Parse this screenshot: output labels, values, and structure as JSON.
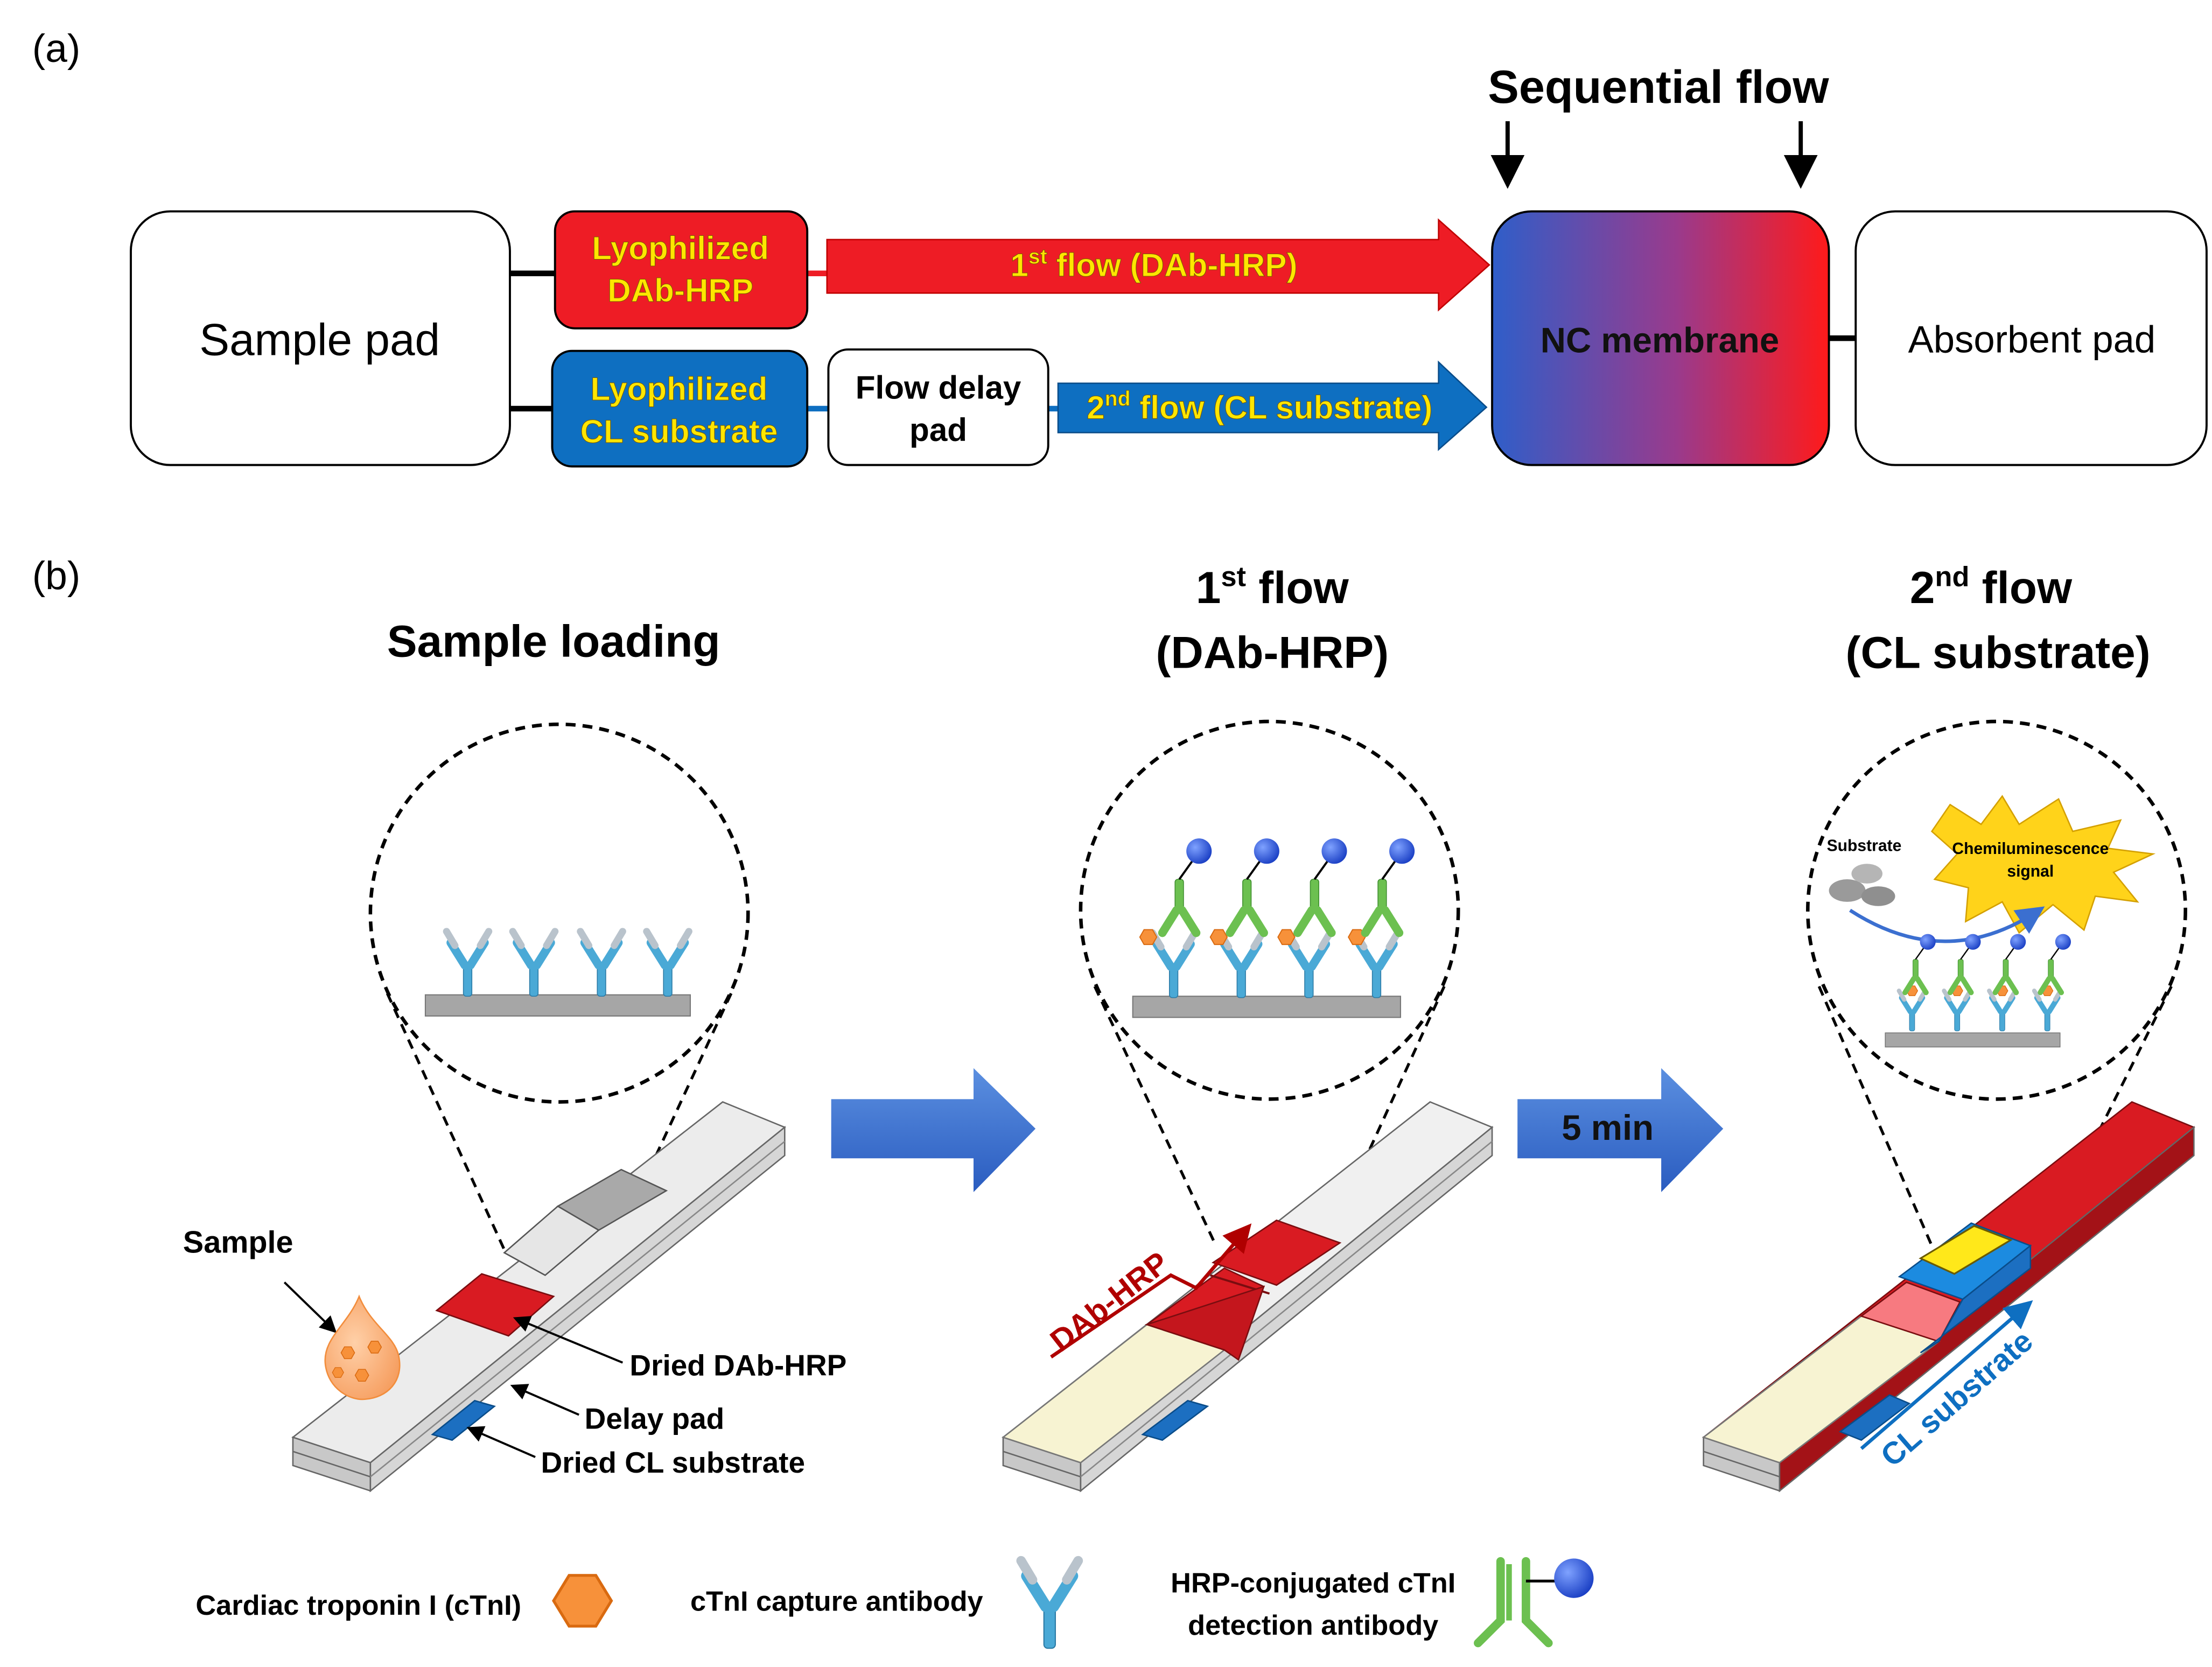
{
  "panel_a": {
    "label": "(a)",
    "heading": "Sequential flow",
    "sample_pad": "Sample pad",
    "lyo_dab_line1": "Lyophilized",
    "lyo_dab_line2": "DAb-HRP",
    "lyo_cl_line1": "Lyophilized",
    "lyo_cl_line2": "CL substrate",
    "delay_line1": "Flow delay",
    "delay_line2": "pad",
    "flow1_prefix": "1",
    "flow1_sup": "st",
    "flow1_rest": " flow (DAb-HRP)",
    "flow2_prefix": "2",
    "flow2_sup": "nd",
    "flow2_rest": " flow (CL substrate)",
    "membrane": "NC membrane",
    "absorbent": "Absorbent pad"
  },
  "panel_b": {
    "label": "(b)",
    "step1_title": "Sample loading",
    "step2_line1_prefix": "1",
    "step2_line1_sup": "st",
    "step2_line1_rest": " flow",
    "step2_line2": "(DAb-HRP)",
    "step3_line1_prefix": "2",
    "step3_line1_sup": "nd",
    "step3_line1_rest": " flow",
    "step3_line2": "(CL substrate)",
    "arrow_time": "5 min",
    "sample_label": "Sample",
    "dried_dab": "Dried DAb-HRP",
    "delay_pad": "Delay pad",
    "dried_cl": "Dried CL substrate",
    "dab_flow_label": "DAb-HRP",
    "cl_flow_label": "CL substrate",
    "substrate_label": "Substrate",
    "signal_line1": "Chemiluminescence",
    "signal_line2": "signal"
  },
  "legend": {
    "ctni": "Cardiac troponin I (cTnI)",
    "capture": "cTnI capture antibody",
    "detect_line1": "HRP-conjugated cTnI",
    "detect_line2": "detection antibody"
  },
  "colors": {
    "red": "#ee1c25",
    "blue": "#0e6fc1",
    "label_yellow": "#ffe600",
    "membrane_left": "#2f5ec9",
    "membrane_right": "#ff1a1a",
    "capture_ab": "#4aa9d6",
    "detect_ab": "#6cc050",
    "hrp_blue": "#2456d6",
    "ctni_orange": "#f7913a"
  }
}
